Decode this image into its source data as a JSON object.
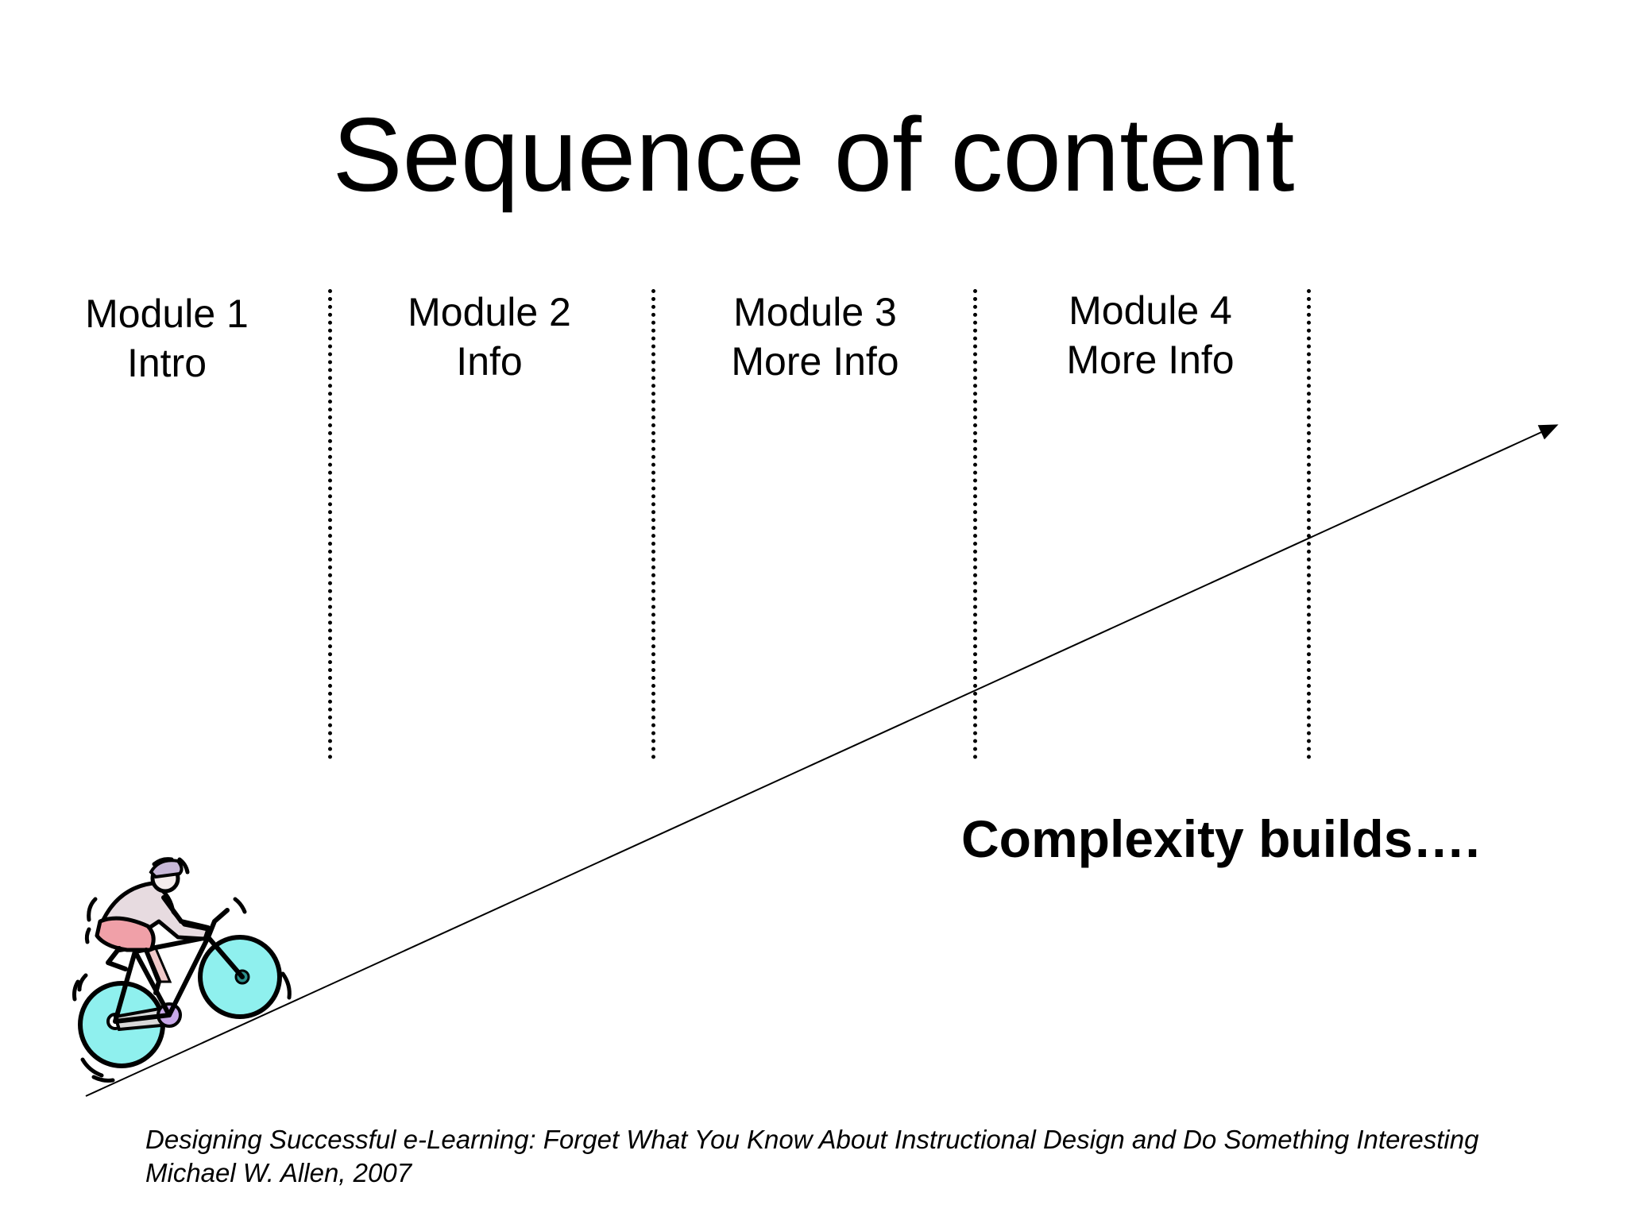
{
  "slide": {
    "title": "Sequence of content",
    "modules": [
      {
        "name": "Module 1",
        "subtitle": "Intro"
      },
      {
        "name": "Module 2",
        "subtitle": "Info"
      },
      {
        "name": "Module 3",
        "subtitle": "More Info"
      },
      {
        "name": "Module 4",
        "subtitle": "More Info"
      }
    ],
    "tagline": "Complexity builds….",
    "citation": {
      "book": "Designing Successful e-Learning: Forget What You Know About Instructional Design and Do Something Interesting",
      "author_year": "Michael W. Allen, 2007"
    }
  },
  "icons": {
    "cyclist": "cyclist-clipart-icon",
    "arrow": "complexity-arrow"
  },
  "colors": {
    "wheel": "#8ff0ee",
    "shirt": "#e7dbe0",
    "shorts": "#f0a0a8",
    "helmet": "#c8b8d8",
    "hub": "#c8a8e8"
  }
}
